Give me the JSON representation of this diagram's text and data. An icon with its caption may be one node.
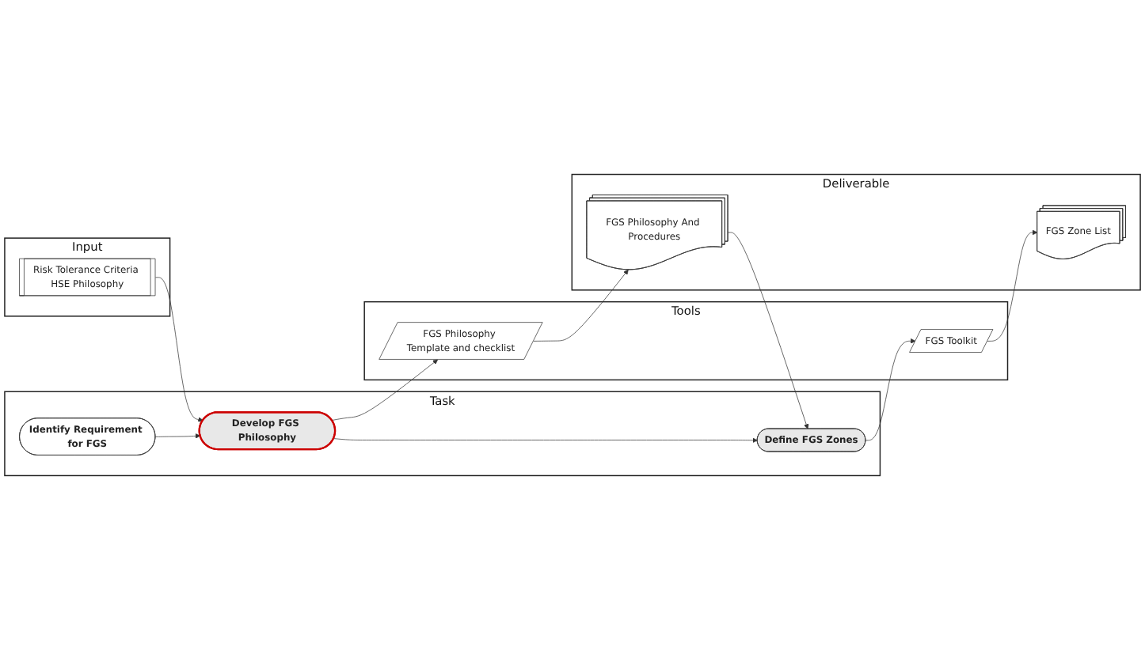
{
  "diagram": {
    "nodes": [
      {
        "text": [
          "Input"
        ]
      },
      {
        "text": [
          "Task"
        ]
      },
      {
        "text": [
          "Tools"
        ]
      },
      {
        "text": [
          "Deliverable"
        ]
      },
      {
        "text": [
          "Risk Tolerance Criteria HSE Philosophy"
        ],
        "in": 0
      },
      {
        "text": [
          "Identify Requirement for FGS"
        ],
        "in": 1
      },
      {
        "text": [
          "Develop FGS Philosophy"
        ],
        "in": 1
      },
      {
        "text": [
          "Define FGS Zones"
        ],
        "in": 1
      },
      {
        "text": [
          "FGS Philosophy Template and checklist"
        ],
        "in": 2
      },
      {
        "text": [
          "FGS Toolkit"
        ],
        "in": 2
      },
      {
        "text": [
          "FGS Philosophy And Procedures"
        ],
        "in": 3
      },
      {
        "text": [
          "FGS Zone List"
        ],
        "in": 3
      }
    ],
    "edges": [
      {
        "from": 4,
        "to": 6,
        "arrow": "to"
      },
      {
        "from": 5,
        "to": 6,
        "arrow": "to"
      },
      {
        "from": 6,
        "to": 8,
        "arrow": "to"
      },
      {
        "from": 8,
        "to": 10,
        "arrow": "to"
      },
      {
        "from": 6,
        "to": 7,
        "arrow": "to"
      },
      {
        "from": 10,
        "to": 7,
        "arrow": "to"
      },
      {
        "from": 7,
        "to": 9,
        "arrow": "to"
      },
      {
        "from": 9,
        "to": 11,
        "arrow": "to"
      }
    ]
  }
}
